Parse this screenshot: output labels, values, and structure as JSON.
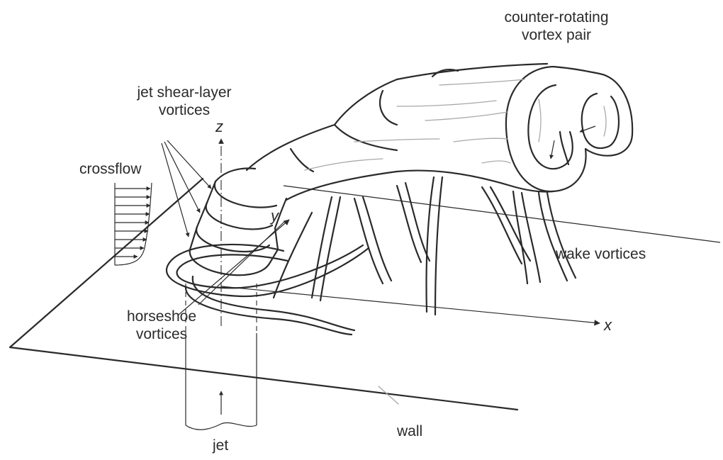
{
  "labels": {
    "crvp": [
      "counter-rotating",
      "vortex pair"
    ],
    "shear": [
      "jet shear-layer",
      "vortices"
    ],
    "crossflow": "crossflow",
    "horseshoe": [
      "horseshoe",
      "vortices"
    ],
    "wake": "wake vortices",
    "wall": "wall",
    "jet": "jet"
  },
  "axes": {
    "x": "x",
    "y": "y",
    "z": "z"
  },
  "colors": {
    "ink": "#2a2a2a",
    "streak": "#a8a8a8",
    "background": "#ffffff"
  }
}
